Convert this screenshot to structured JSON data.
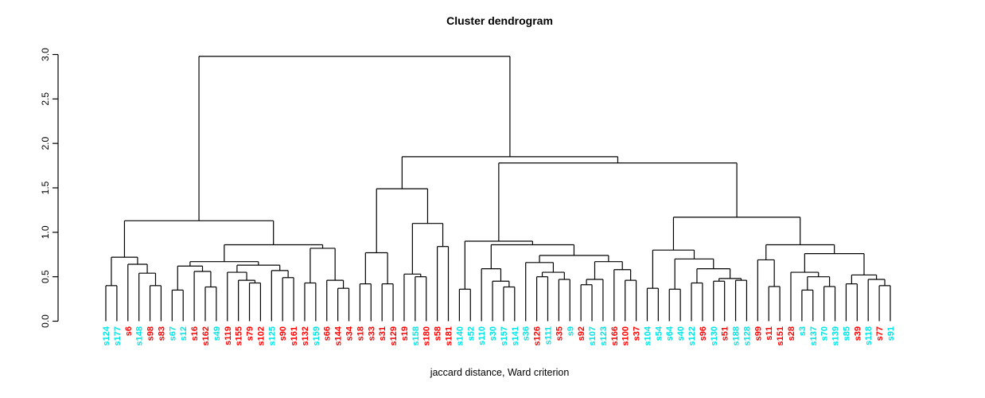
{
  "chart_data": {
    "type": "dendrogram",
    "title": "Cluster dendrogram",
    "xlabel": "jaccard distance, Ward criterion",
    "ylabel": "",
    "ylim": [
      0,
      3
    ],
    "y_ticks": [
      0.0,
      0.5,
      1.0,
      1.5,
      2.0,
      2.5,
      3.0
    ],
    "grid": false,
    "legend": "none",
    "palette": {
      "cyan": "#00E5E5",
      "red": "#FF0000",
      "line": "#000000"
    },
    "leaf_labels": [
      "s124",
      "s177",
      "s6",
      "s148",
      "s98",
      "s83",
      "s67",
      "s12",
      "s16",
      "s162",
      "s49",
      "s119",
      "s155",
      "s79",
      "s102",
      "s125",
      "s90",
      "s161",
      "s132",
      "s159",
      "s66",
      "s144",
      "s34",
      "s18",
      "s33",
      "s31",
      "s129",
      "s19",
      "s158",
      "s180",
      "s58",
      "s181",
      "s140",
      "s52",
      "s110",
      "s30",
      "s157",
      "s141",
      "s36",
      "s126",
      "s111",
      "s35",
      "s9",
      "s92",
      "s107",
      "s123",
      "s166",
      "s100",
      "s37",
      "s104",
      "s54",
      "s64",
      "s40",
      "s122",
      "s96",
      "s130",
      "s51",
      "s188",
      "s128",
      "s99",
      "s11",
      "s151",
      "s28",
      "s3",
      "s137",
      "s70",
      "s139",
      "s85",
      "s39",
      "s118",
      "s77",
      "s91"
    ],
    "leaf_colors": [
      "cyan",
      "cyan",
      "red",
      "cyan",
      "red",
      "red",
      "cyan",
      "cyan",
      "red",
      "red",
      "cyan",
      "red",
      "red",
      "red",
      "red",
      "cyan",
      "red",
      "red",
      "red",
      "cyan",
      "red",
      "red",
      "red",
      "red",
      "red",
      "red",
      "red",
      "red",
      "cyan",
      "red",
      "red",
      "red",
      "cyan",
      "cyan",
      "cyan",
      "cyan",
      "cyan",
      "cyan",
      "cyan",
      "red",
      "cyan",
      "red",
      "cyan",
      "red",
      "cyan",
      "cyan",
      "red",
      "red",
      "red",
      "cyan",
      "cyan",
      "cyan",
      "cyan",
      "cyan",
      "red",
      "cyan",
      "red",
      "cyan",
      "cyan",
      "red",
      "red",
      "red",
      "red",
      "cyan",
      "cyan",
      "cyan",
      "cyan",
      "cyan",
      "red",
      "cyan",
      "red",
      "cyan"
    ],
    "merges": [
      [
        [
          [
            0,
            1,
            0.4
          ],
          [
            2,
            [
              3,
              [
                4,
                5,
                0.4
              ],
              0.54
            ],
            0.64
          ],
          0.72
        ],
        [
          [
            [
              [
                6,
                7,
                0.35
              ],
              [
                8,
                [
                  9,
                  10,
                  0.385
                ],
                0.56
              ],
              0.62
            ],
            [
              [
                11,
                [
                  12,
                  [
                    13,
                    14,
                    0.43
                  ],
                  0.46
                ],
                0.55
              ],
              [
                15,
                [
                  16,
                  17,
                  0.49
                ],
                0.57
              ],
              0.63
            ],
            0.67
          ],
          [
            [
              18,
              19,
              0.43
            ],
            [
              20,
              [
                21,
                22,
                0.37
              ],
              0.46
            ],
            0.82
          ],
          0.86
        ],
        1.13
      ],
      [
        [
          [
            [
              23,
              24,
              0.42
            ],
            [
              25,
              26,
              0.42
            ],
            0.77
          ],
          [
            [
              27,
              [
                28,
                29,
                0.5
              ],
              0.53
            ],
            [
              30,
              31,
              0.84
            ],
            1.1
          ],
          1.49
        ],
        [
          [
            [
              32,
              33,
              0.36
            ],
            [
              [
                34,
                [
                  35,
                  [
                    36,
                    37,
                    0.385
                  ],
                  0.45
                ],
                0.59
              ],
              [
                [
                  38,
                  [
                    [
                      39,
                      40,
                      0.5
                    ],
                    [
                      41,
                      42,
                      0.47
                    ],
                    0.55
                  ],
                  0.66
                ],
                [
                  [
                    [
                      43,
                      44,
                      0.41
                    ],
                    45,
                    0.47
                  ],
                  [
                    46,
                    [
                      47,
                      48,
                      0.46
                    ],
                    0.58
                  ],
                  0.67
                ],
                0.74
              ],
              0.86
            ],
            0.9
          ],
          [
            [
              [
                49,
                50,
                0.37
              ],
              [
                [
                  51,
                  52,
                  0.36
                ],
                [
                  [
                    53,
                    54,
                    0.43
                  ],
                  [
                    [
                      55,
                      56,
                      0.45
                    ],
                    [
                      57,
                      58,
                      0.46
                    ],
                    0.48
                  ],
                  0.59
                ],
                0.7
              ],
              0.8
            ],
            [
              [
                59,
                [
                  60,
                  61,
                  0.39
                ],
                0.69
              ],
              [
                [
                  62,
                  [
                    [
                      63,
                      64,
                      0.35
                    ],
                    [
                      65,
                      66,
                      0.39
                    ],
                    0.5
                  ],
                  0.55
                ],
                [
                  [
                    67,
                    68,
                    0.42
                  ],
                  [
                    69,
                    [
                      70,
                      71,
                      0.4
                    ],
                    0.47
                  ],
                  0.52
                ],
                0.76
              ],
              0.86
            ],
            1.17
          ],
          1.78
        ],
        1.85
      ],
      2.98
    ]
  }
}
